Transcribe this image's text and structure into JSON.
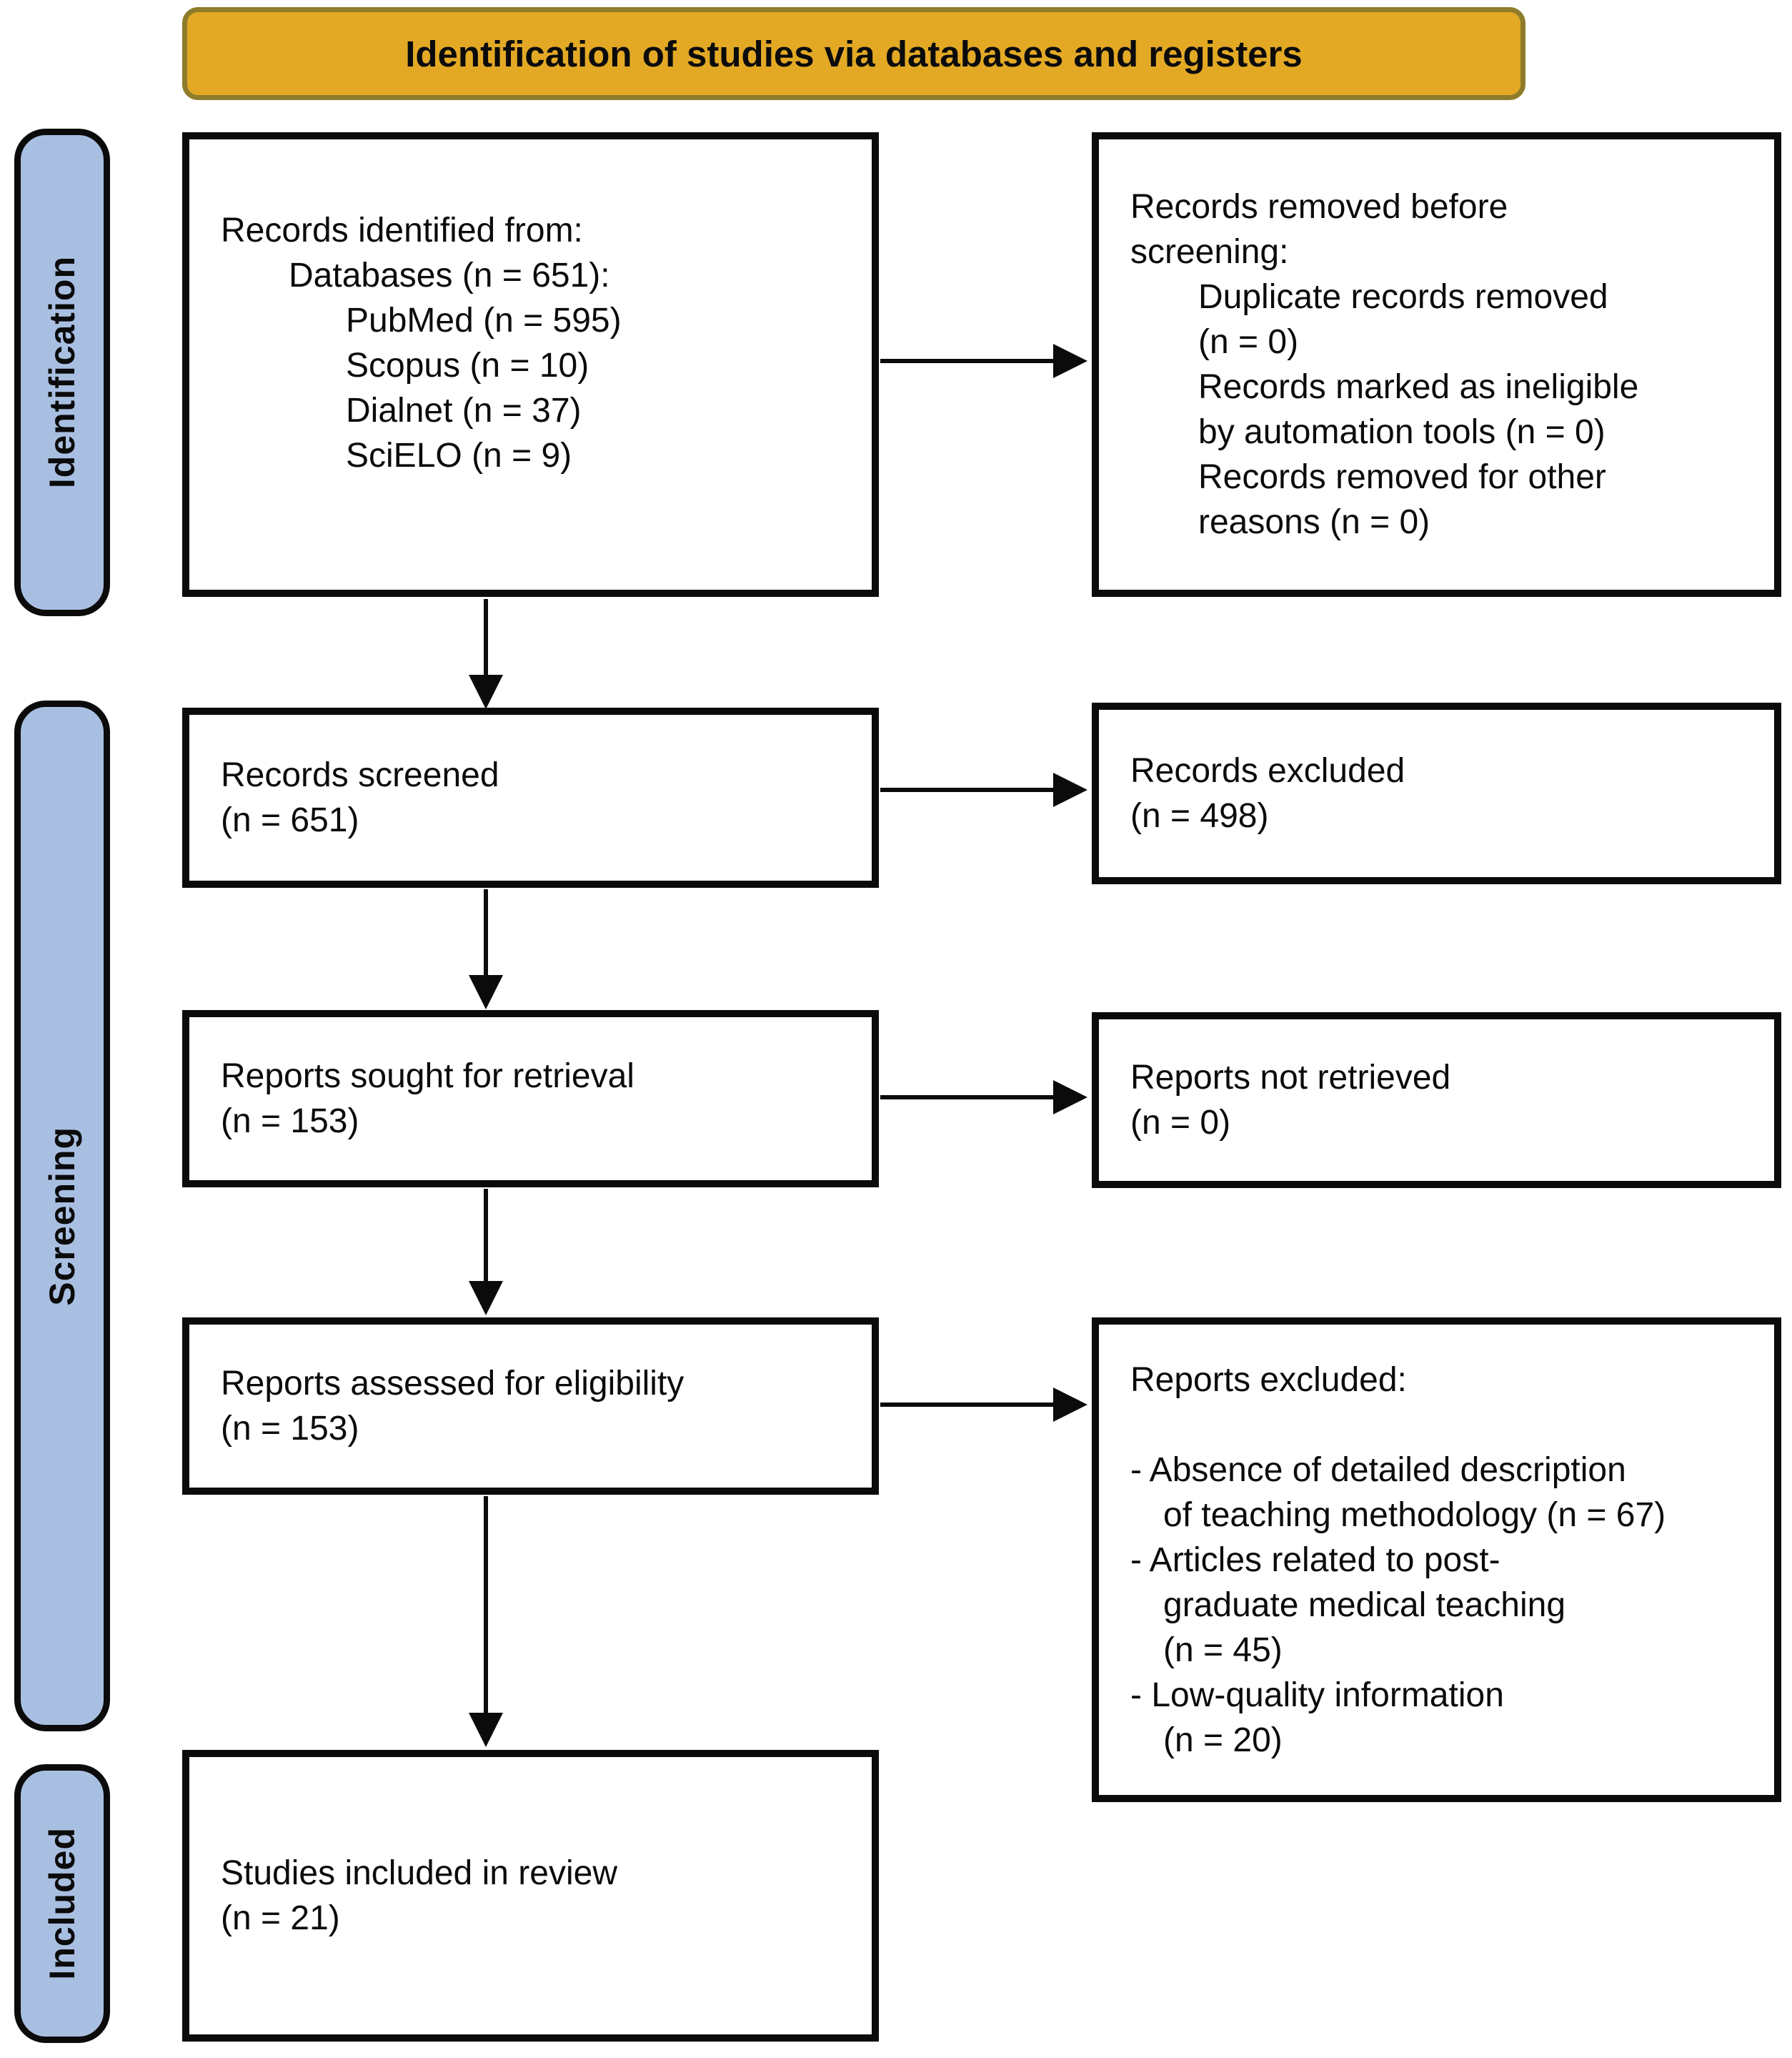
{
  "banner": {
    "label": "Identification of studies via databases and registers"
  },
  "palette": {
    "banner_fill": "#E3A925",
    "banner_border": "#8F7C2B",
    "sidebar_fill": "#A9BFE2",
    "box_border": "#0B0B0B",
    "text": "#0B0B0B",
    "background": "#FFFFFF"
  },
  "sidebar": [
    {
      "label": "Identification"
    },
    {
      "label": "Screening"
    },
    {
      "label": "Included"
    }
  ],
  "boxes": {
    "records_identified": {
      "lines": [
        {
          "t": "Records identified from:",
          "i": 0
        },
        {
          "t": "Databases (n = 651):",
          "i": 1
        },
        {
          "t": "PubMed (n = 595)",
          "i": 2
        },
        {
          "t": "Scopus (n = 10)",
          "i": 2
        },
        {
          "t": "Dialnet (n = 37)",
          "i": 2
        },
        {
          "t": "SciELO (n = 9)",
          "i": 2
        }
      ]
    },
    "records_removed": {
      "lines": [
        {
          "t": "Records removed before",
          "i": 0
        },
        {
          "t": "screening:",
          "i": 0
        },
        {
          "t": "Duplicate records removed",
          "i": 1
        },
        {
          "t": "(n = 0)",
          "i": 1
        },
        {
          "t": "Records marked as ineligible",
          "i": 1
        },
        {
          "t": "by automation tools (n = 0)",
          "i": 1
        },
        {
          "t": "Records removed for other",
          "i": 1
        },
        {
          "t": "reasons (n = 0)",
          "i": 1
        }
      ]
    },
    "records_screened": {
      "lines": [
        {
          "t": "Records screened",
          "i": 0
        },
        {
          "t": "(n = 651)",
          "i": 0
        }
      ]
    },
    "records_excluded": {
      "lines": [
        {
          "t": "Records excluded",
          "i": 0
        },
        {
          "t": "(n = 498)",
          "i": 0
        }
      ]
    },
    "reports_sought": {
      "lines": [
        {
          "t": "Reports sought for retrieval",
          "i": 0
        },
        {
          "t": "(n = 153)",
          "i": 0
        }
      ]
    },
    "reports_not_retrieved": {
      "lines": [
        {
          "t": "Reports not retrieved",
          "i": 0
        },
        {
          "t": "(n = 0)",
          "i": 0
        }
      ]
    },
    "reports_assessed": {
      "lines": [
        {
          "t": "Reports assessed for eligibility",
          "i": 0
        },
        {
          "t": "(n = 153)",
          "i": 0
        }
      ]
    },
    "reports_excluded": {
      "lines": [
        {
          "t": "Reports excluded:",
          "i": 0
        },
        {
          "t": "",
          "i": 0
        },
        {
          "t": "- Absence of detailed description",
          "i": 0
        },
        {
          "t": "of teaching methodology (n = 67)",
          "i": 1
        },
        {
          "t": "- Articles related to post-",
          "i": 0
        },
        {
          "t": "graduate medical teaching",
          "i": 1
        },
        {
          "t": "(n = 45)",
          "i": 1
        },
        {
          "t": "- Low-quality information",
          "i": 0
        },
        {
          "t": "(n = 20)",
          "i": 1
        }
      ]
    },
    "studies_included": {
      "lines": [
        {
          "t": "Studies included in review",
          "i": 0
        },
        {
          "t": "(n = 21)",
          "i": 0
        }
      ]
    }
  }
}
